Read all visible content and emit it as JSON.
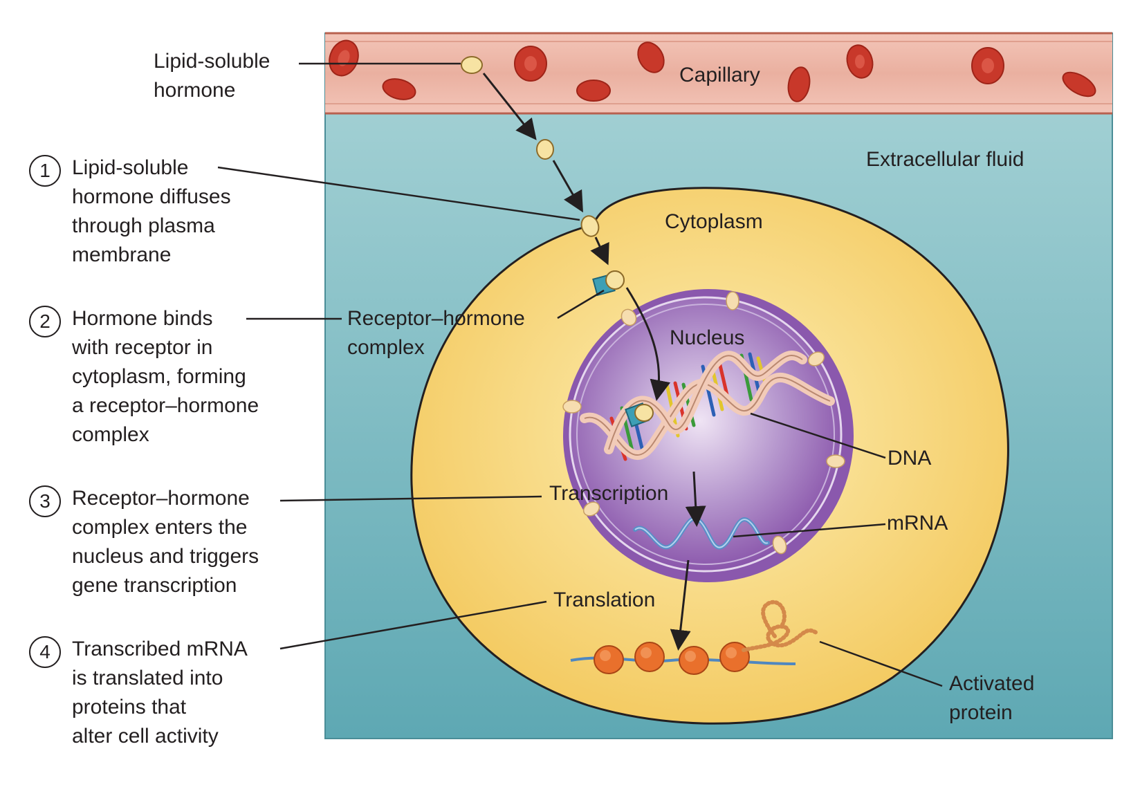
{
  "labels": {
    "lipid_hormone": [
      "Lipid-soluble",
      "hormone"
    ],
    "capillary": "Capillary",
    "extracellular_fluid": "Extracellular fluid",
    "cytoplasm": "Cytoplasm",
    "receptor_complex": [
      "Receptor–hormone",
      "complex"
    ],
    "nucleus": "Nucleus",
    "dna": "DNA",
    "transcription": "Transcription",
    "mrna": "mRNA",
    "translation": "Translation",
    "activated_protein": [
      "Activated",
      "protein"
    ]
  },
  "steps": [
    {
      "number": "1",
      "lines": [
        "Lipid-soluble",
        "hormone diffuses",
        "through plasma",
        "membrane"
      ]
    },
    {
      "number": "2",
      "lines": [
        "Hormone binds",
        "with receptor in",
        "cytoplasm, forming",
        "a receptor–hormone",
        "complex"
      ]
    },
    {
      "number": "3",
      "lines": [
        "Receptor–hormone",
        "complex enters the",
        "nucleus and triggers",
        "gene transcription"
      ]
    },
    {
      "number": "4",
      "lines": [
        "Transcribed mRNA",
        "is translated into",
        "proteins that",
        "alter cell activity"
      ]
    }
  ],
  "colors": {
    "capillary": "#eeb2a4",
    "blood_cell": "#c8382a",
    "fluid": "#7fbcc4",
    "cytoplasm": "#f7d57a",
    "nucleus": "#9a6bb8",
    "hormone": "#f7e3a3",
    "receptor": "#3d9fb5",
    "ribosome": "#e9702c"
  }
}
